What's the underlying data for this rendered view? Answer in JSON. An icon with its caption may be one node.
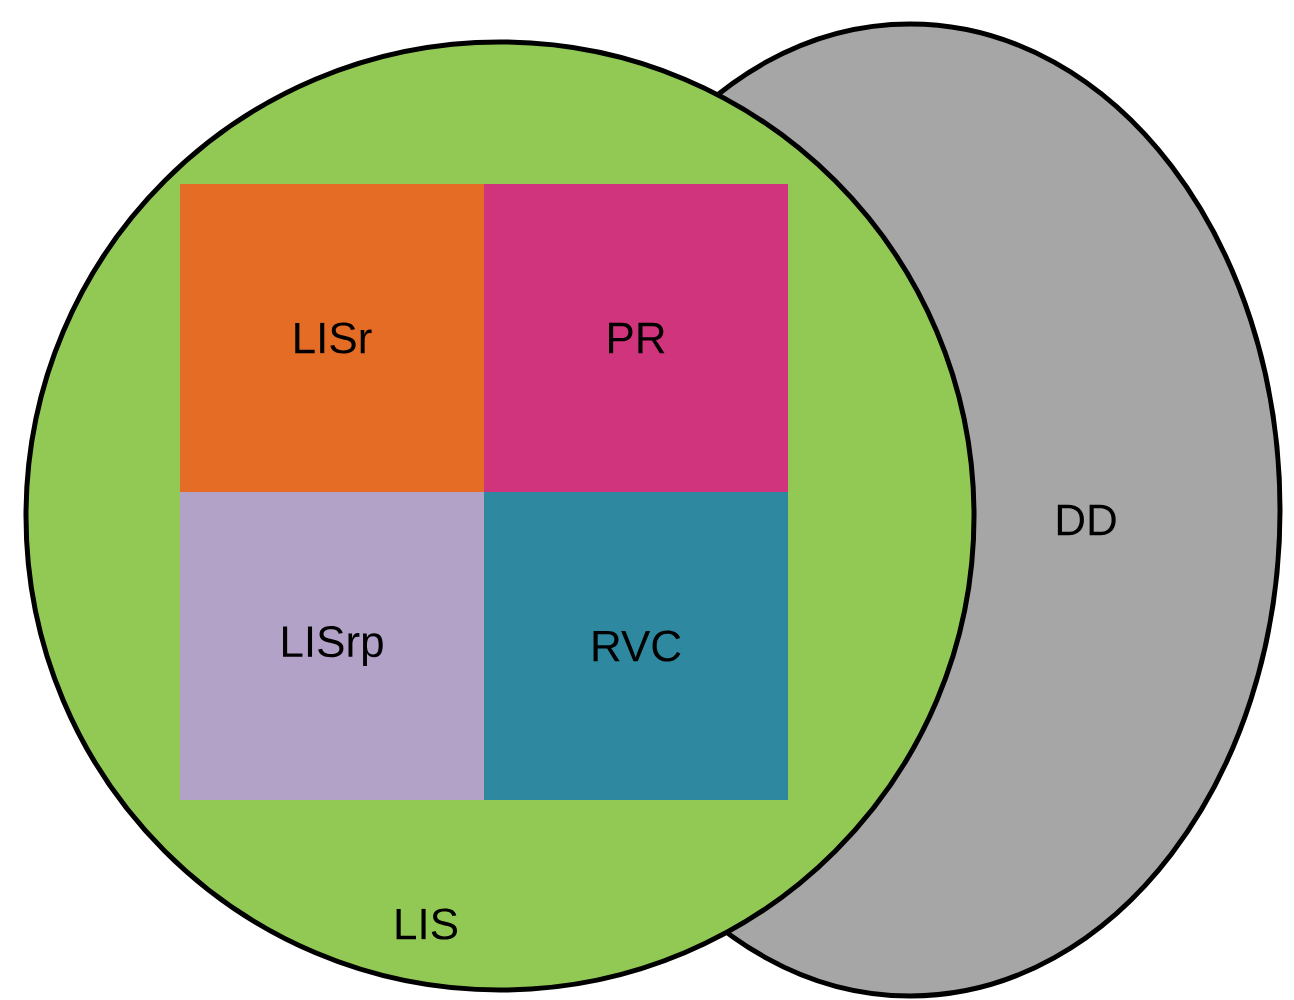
{
  "diagram": {
    "nodes": [
      {
        "text": [
          "LIS"
        ]
      },
      {
        "text": [
          "DD"
        ]
      },
      {
        "text": [
          "LISr"
        ],
        "in": 0
      },
      {
        "text": [
          "PR"
        ],
        "in": 0
      },
      {
        "text": [
          "LISrp"
        ],
        "in": 0
      },
      {
        "text": [
          "RVC"
        ],
        "in": 0
      }
    ]
  }
}
